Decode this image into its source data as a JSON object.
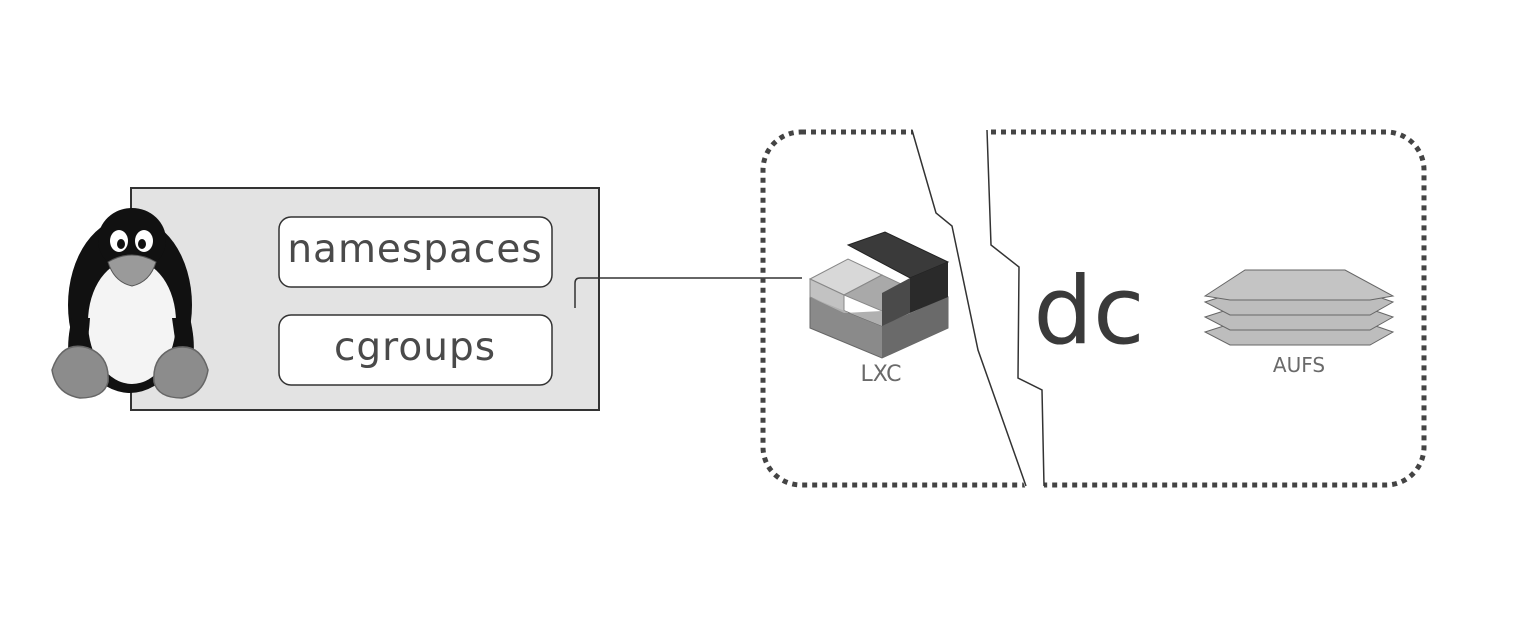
{
  "kernel_features": {
    "namespaces": "namespaces",
    "cgroups": "cgroups"
  },
  "lxc": {
    "label": "LXC",
    "icon": "lxc-cube-icon"
  },
  "docker": {
    "logo_text": "dc"
  },
  "aufs": {
    "label": "AUFS",
    "icon": "stacked-layers-icon"
  },
  "linux": {
    "icon": "tux-penguin-icon"
  },
  "colors": {
    "kernel_box_fill": "#e3e3e3",
    "outline": "#333333",
    "dotted_border": "#444444"
  }
}
